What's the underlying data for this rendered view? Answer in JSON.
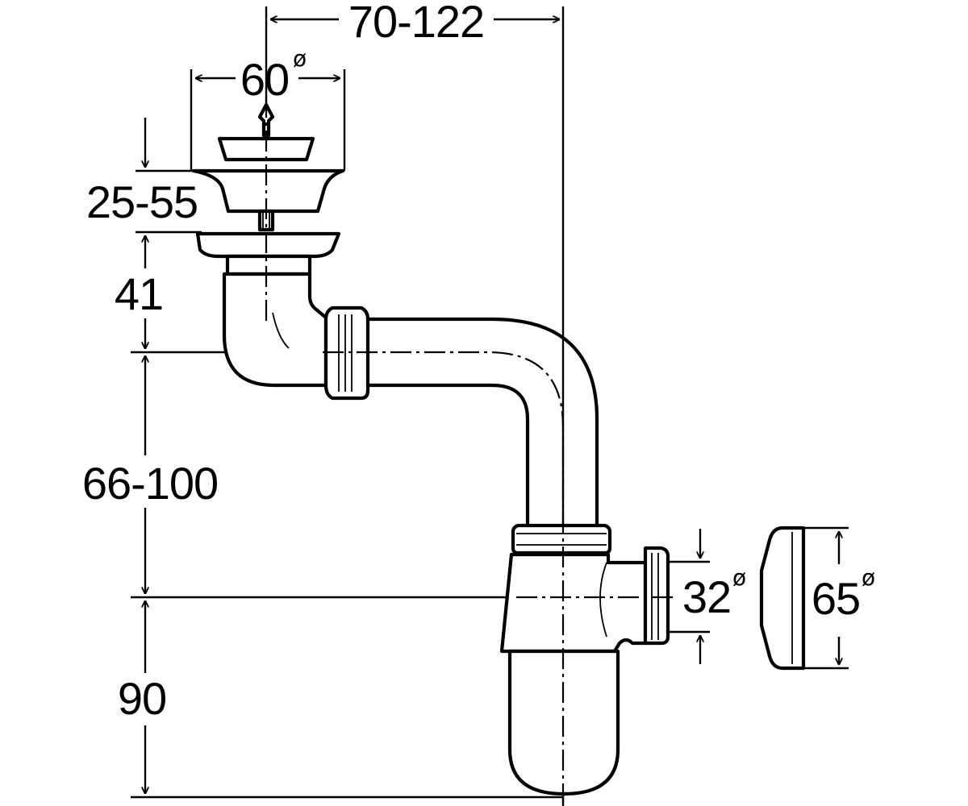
{
  "dimensions": {
    "horizontal_offset": "70-122",
    "strainer_diameter": "60",
    "plug_height": "25-55",
    "outlet_height": "41",
    "pipe_drop": "66-100",
    "trap_depth": "90",
    "outlet_diameter": "32",
    "rosette_diameter": "65",
    "diameter_symbol": "ø"
  }
}
